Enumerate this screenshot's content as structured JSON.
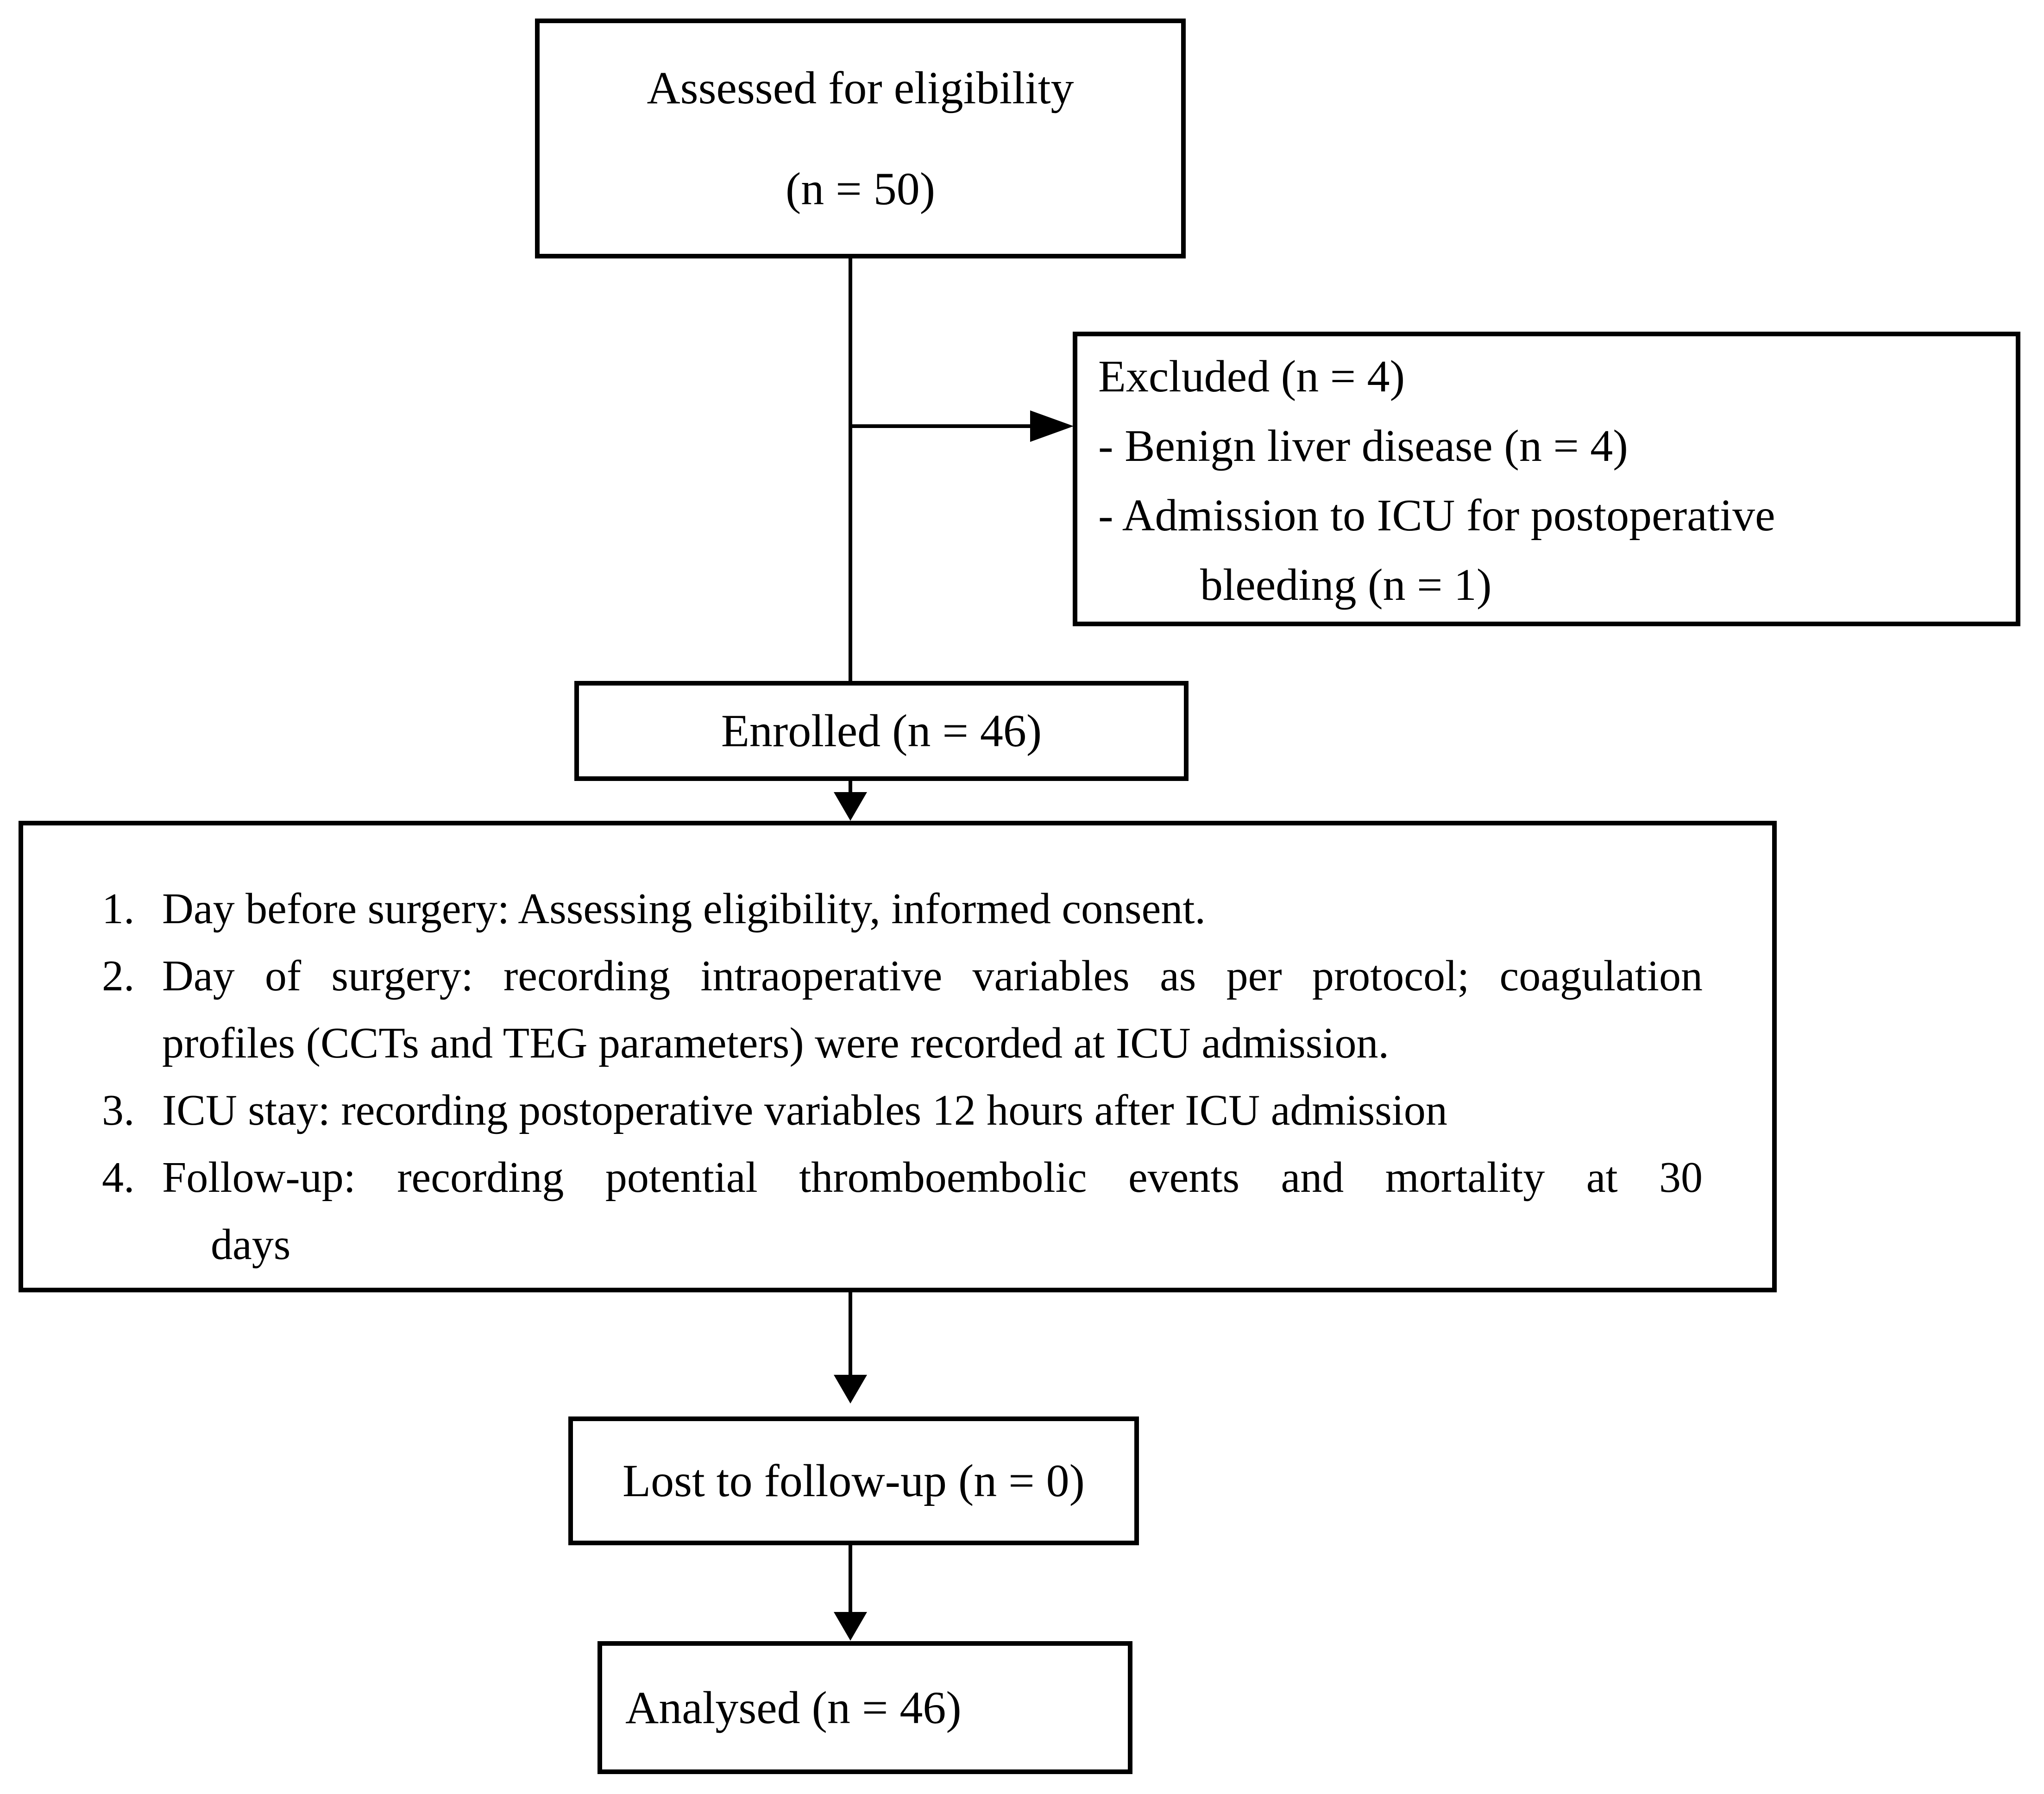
{
  "nodes": {
    "assessed": {
      "line1": "Assessed for eligibility",
      "line2": "(n = 50)"
    },
    "excluded": {
      "lines": [
        "Excluded (n = 4)",
        "- Benign liver disease (n = 4)",
        "- Admission to ICU for postoperative",
        "bleeding (n = 1)"
      ]
    },
    "enrolled": {
      "label": "Enrolled (n = 46)"
    },
    "protocol": {
      "items": [
        {
          "num": "1.",
          "lines": [
            "Day before surgery: Assessing eligibility, informed consent."
          ]
        },
        {
          "num": "2.",
          "lines": [
            "Day of surgery: recording intraoperative variables as per protocol; coagulation",
            "profiles (CCTs and TEG parameters) were recorded at ICU admission."
          ]
        },
        {
          "num": "3.",
          "lines": [
            "ICU stay: recording postoperative variables 12 hours after ICU admission"
          ]
        },
        {
          "num": "4.",
          "lines": [
            "Follow-up: recording potential thromboembolic events and mortality at 30",
            "days"
          ]
        }
      ]
    },
    "lost": {
      "label": "Lost to follow-up (n = 0)"
    },
    "analysed": {
      "label": "Analysed (n = 46)"
    }
  },
  "colors": {
    "ink": "#000000",
    "paper": "#ffffff"
  }
}
